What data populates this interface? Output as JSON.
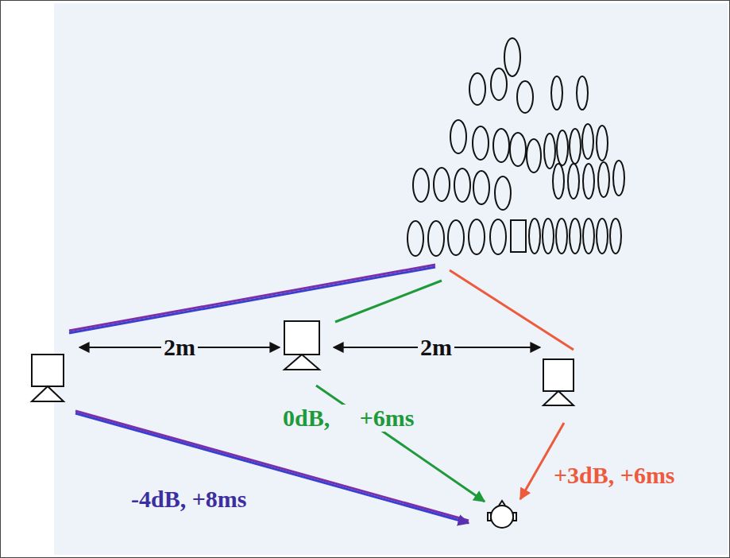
{
  "diagram": {
    "labels": [
      "2m",
      "2m",
      "0dB, +6ms",
      "+3dB, +6ms",
      "-4dB, +8ms"
    ]
  }
}
